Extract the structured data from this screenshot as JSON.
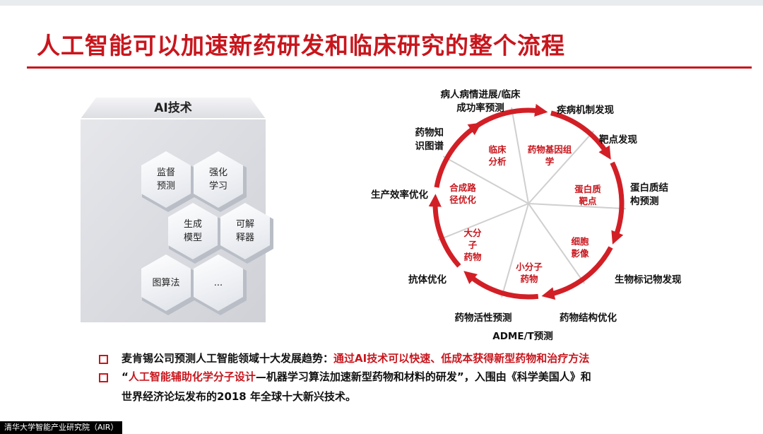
{
  "title": "人工智能可以加速新药研发和临床研究的整个流程",
  "ai_panel": {
    "label": "AI技术",
    "hexes": [
      {
        "lines": [
          "监督",
          "预测"
        ]
      },
      {
        "lines": [
          "强化",
          "学习"
        ]
      },
      {
        "lines": [
          "生成",
          "模型"
        ]
      },
      {
        "lines": [
          "可解",
          "释器"
        ]
      },
      {
        "lines": [
          "图算法"
        ]
      },
      {
        "lines": [
          "..."
        ]
      }
    ]
  },
  "wheel": {
    "inner_labels": [
      {
        "lines": [
          "临床",
          "分析"
        ]
      },
      {
        "lines": [
          "药物基因组",
          "学"
        ]
      },
      {
        "lines": [
          "蛋白质",
          "靶点"
        ]
      },
      {
        "lines": [
          "细胞",
          "影像"
        ]
      },
      {
        "lines": [
          "小分子",
          "药物"
        ]
      },
      {
        "lines": [
          "大分",
          "子",
          "药物"
        ]
      },
      {
        "lines": [
          "合成路",
          "径优化"
        ]
      }
    ],
    "outer_labels": [
      {
        "lines": [
          "病人病情进展/临床",
          "成功率预测"
        ]
      },
      {
        "lines": [
          "疾病机制发现"
        ]
      },
      {
        "lines": [
          "靶点发现"
        ]
      },
      {
        "lines": [
          "蛋白质结",
          "构预测"
        ]
      },
      {
        "lines": [
          "生物标记物发现"
        ]
      },
      {
        "lines": [
          "药物结构优化"
        ]
      },
      {
        "lines": [
          "ADME/T预测"
        ]
      },
      {
        "lines": [
          "药物活性预测"
        ]
      },
      {
        "lines": [
          "抗体优化"
        ]
      },
      {
        "lines": [
          "生产效率优化"
        ]
      },
      {
        "lines": [
          "药物知",
          "识图谱"
        ]
      }
    ],
    "colors": {
      "arrow": "#d21f26",
      "inner_text": "#c8161d",
      "spoke": "#cfcfcf"
    }
  },
  "bullets": {
    "b1_prefix": "麦肯锡公司预测人工智能领域十大发展趋势：",
    "b1_highlight": "通过AI技术可以快速、低成本获得新型药物和治疗方法",
    "b2_quote_open": "“",
    "b2_highlight": "人工智能辅助化学分子设计",
    "b2_rest": "—机器学习算法加速新型药物和材料的研发”，入围由《科学美国人》和",
    "b2_line2": "世界经济论坛发布的2018 年全球十大新兴技术。"
  },
  "footer": "清华大学智能产业研究院（AIR）"
}
